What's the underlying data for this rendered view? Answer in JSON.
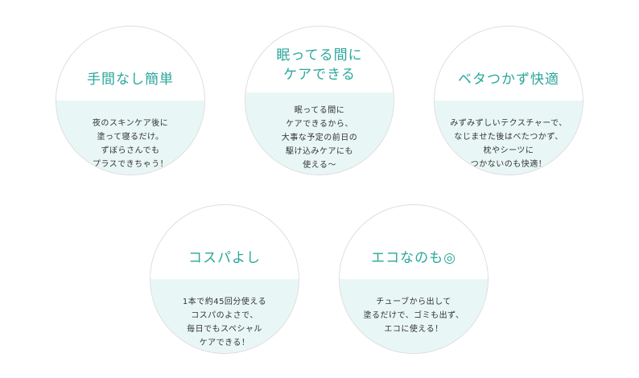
{
  "features": [
    {
      "title": "手間なし簡単",
      "description": "夜のスキンケア後に\n塗って寝るだけ。\nずぼらさんでも\nプラスできちゃう！"
    },
    {
      "title": "眠ってる間に\nケアできる",
      "description": "眠ってる間に\nケアできるから、\n大事な予定の前日の\n駆け込みケアにも\n使える～"
    },
    {
      "title": "ベタつかず快適",
      "description": "みずみずしいテクスチャーで、\nなじませた後はべたつかず、\n枕やシーツに\nつかないのも快適！"
    },
    {
      "title": "コスパよし",
      "description": "1本で約45回分使える\nコスパのよさで、\n毎日でもスペシャル\nケアできる！"
    },
    {
      "title": "エコなのも◎",
      "description": "チューブから出して\n塗るだけで、ゴミも出ず、\nエコに使える！"
    }
  ],
  "colors": {
    "accent": "#2aa79b",
    "panel": "#e8f7f5",
    "border": "#dcdcdc",
    "text": "#333333"
  }
}
